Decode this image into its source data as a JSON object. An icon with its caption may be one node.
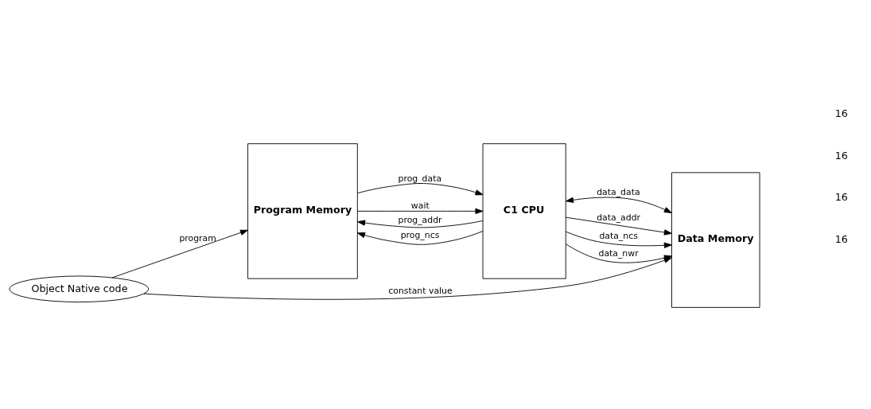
{
  "diagram": {
    "nodes": [
      {
        "text": [
          "Object Native code"
        ]
      },
      {
        "text": [
          "Program Memory"
        ]
      },
      {
        "text": [
          "C1 CPU"
        ]
      },
      {
        "text": [
          "Data Memory"
        ]
      }
    ],
    "edges": [
      {
        "from": 0,
        "to": 1,
        "arrow": "to",
        "label": "program"
      },
      {
        "from": 0,
        "to": 3,
        "arrow": "to",
        "label": "constant value"
      },
      {
        "from": 1,
        "to": 2,
        "arrow": "to",
        "label": "prog_data"
      },
      {
        "from": 2,
        "to": 1,
        "arrow": "to",
        "label": "prog_addr"
      },
      {
        "from": 2,
        "to": 1,
        "arrow": "to",
        "label": "prog_ncs"
      },
      {
        "from": 1,
        "to": 2,
        "arrow": "to",
        "label": "wait"
      },
      {
        "from": 2,
        "to": 3,
        "arrow": "both",
        "label": "data_data"
      },
      {
        "from": 2,
        "to": 3,
        "arrow": "to",
        "label": "data_addr"
      },
      {
        "from": 2,
        "to": 3,
        "arrow": "to",
        "label": "data_ncs"
      },
      {
        "from": 2,
        "to": 3,
        "arrow": "to",
        "label": "data_nwr"
      }
    ],
    "labels": [
      "16",
      "16",
      "16",
      "16"
    ]
  }
}
